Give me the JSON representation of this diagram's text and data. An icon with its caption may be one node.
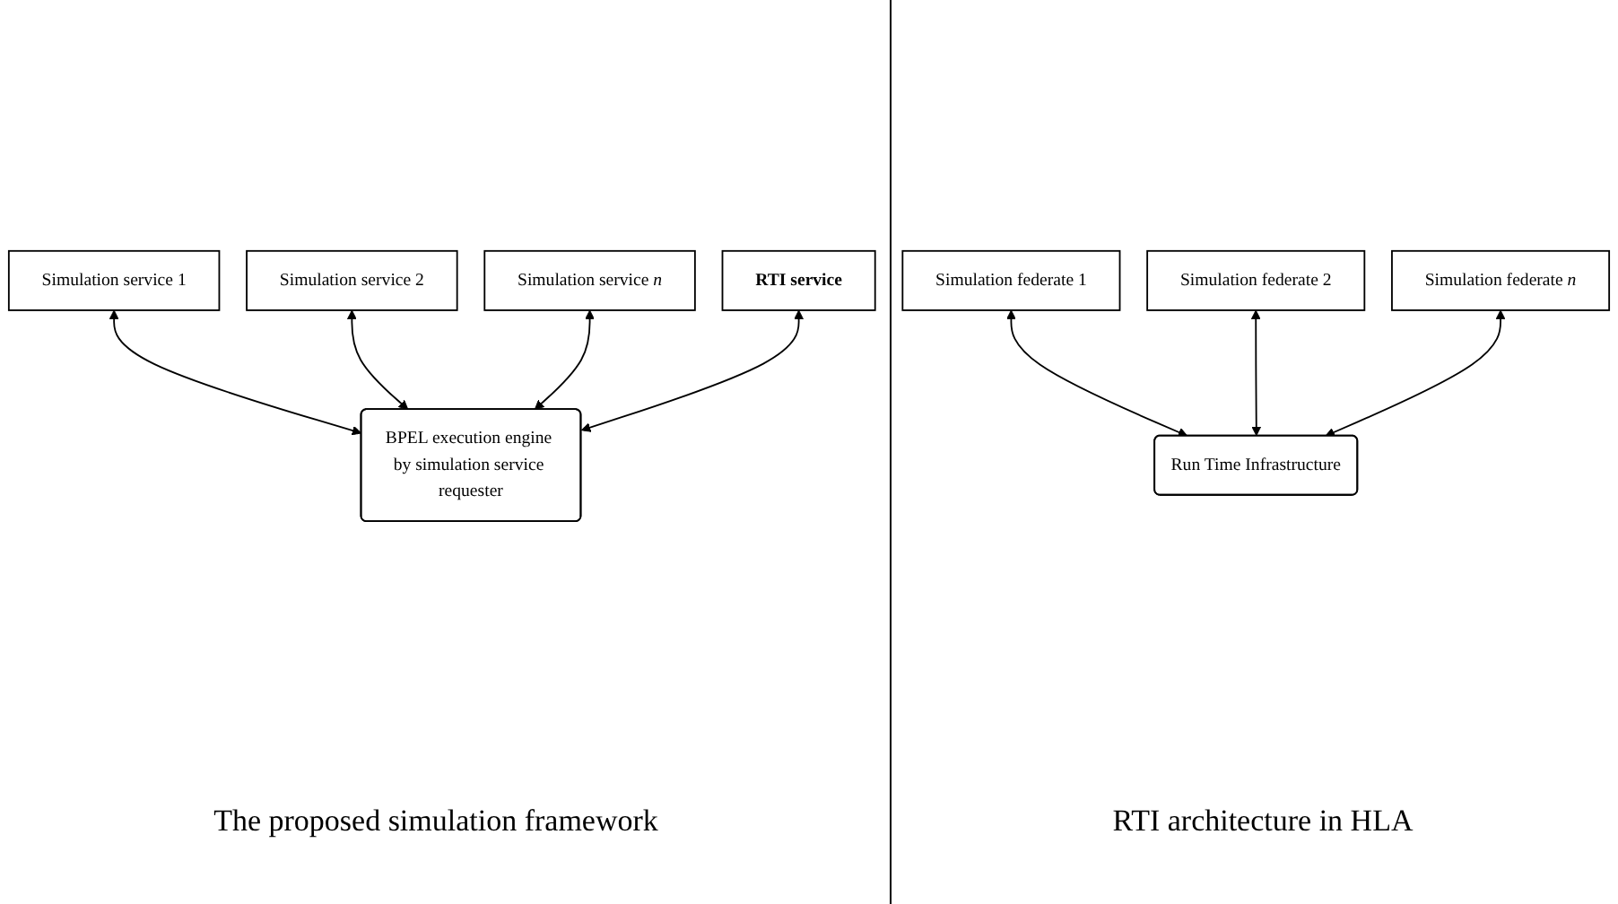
{
  "diagram": {
    "nodes": [
      {
        "text": [
          "Simulation service 1"
        ]
      },
      {
        "text": [
          "Simulation service 2"
        ]
      },
      {
        "text": [
          "Simulation service *n*"
        ]
      },
      {
        "text": [
          "Simulation federate 1"
        ]
      },
      {
        "text": [
          "Simulation federate 2"
        ]
      },
      {
        "text": [
          "Simulation federate *n*"
        ]
      },
      {
        "text": [
          "RTI service"
        ]
      },
      {
        "text": [
          "BPEL execution engine by simulation service requester"
        ]
      },
      {
        "text": [
          "Run Time Infrastructure"
        ]
      }
    ],
    "edges": [
      {
        "from": 7,
        "to": 0,
        "arrow": "both"
      },
      {
        "from": 7,
        "to": 1,
        "arrow": "both"
      },
      {
        "from": 7,
        "to": 2,
        "arrow": "both"
      },
      {
        "from": 7,
        "to": 6,
        "arrow": "both"
      },
      {
        "from": 8,
        "to": 3,
        "arrow": "both"
      },
      {
        "from": 8,
        "to": 4,
        "arrow": "both"
      },
      {
        "from": 8,
        "to": 5,
        "arrow": "both"
      }
    ],
    "labels": [
      "The proposed simulation framework",
      "RTI architecture in HLA"
    ]
  }
}
